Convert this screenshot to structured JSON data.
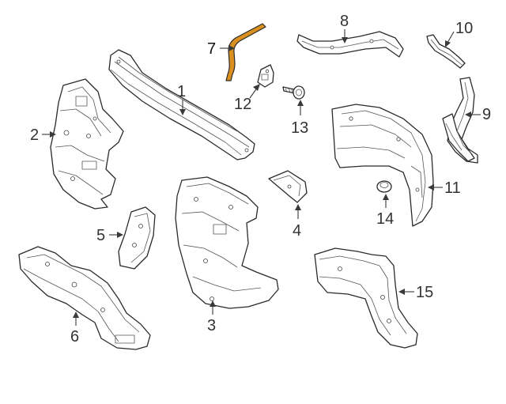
{
  "diagram": {
    "highlight_color": "#d9901e",
    "highlighted_part": "7",
    "callouts": {
      "c1": "1",
      "c2": "2",
      "c3": "3",
      "c4": "4",
      "c5": "5",
      "c6": "6",
      "c7": "7",
      "c8": "8",
      "c9": "9",
      "c10": "10",
      "c11": "11",
      "c12": "12",
      "c13": "13",
      "c14": "14",
      "c15": "15"
    }
  }
}
